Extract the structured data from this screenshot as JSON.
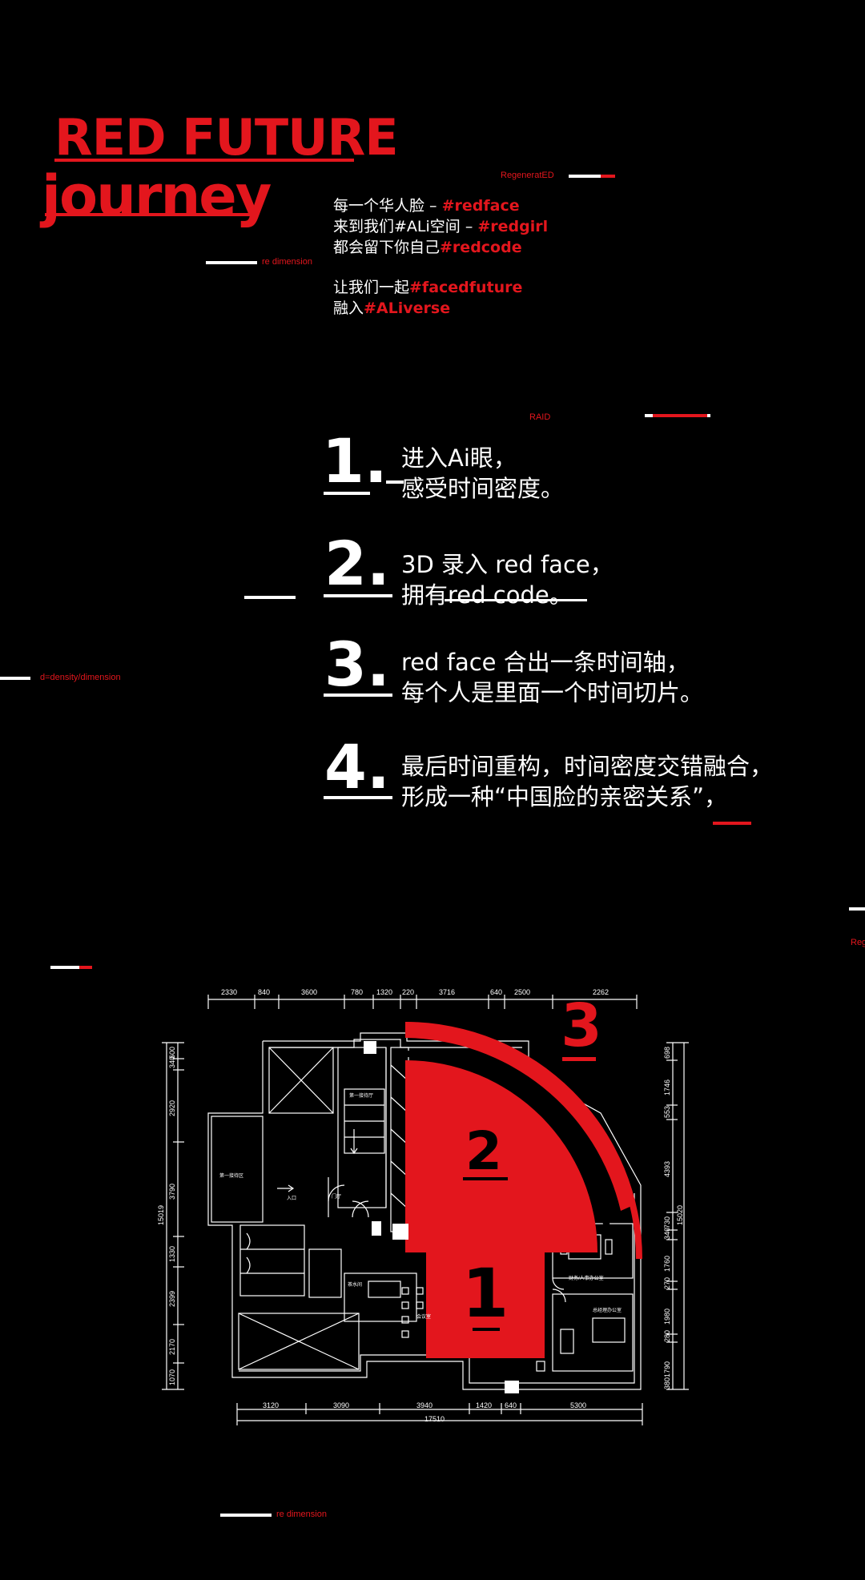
{
  "header": {
    "title": "RED FUTURE",
    "subtitle": "journey"
  },
  "tags": {
    "regenerated": "RegeneratED",
    "re_dimension_top": "re dimension",
    "raid": "RAID",
    "density": "d=density/dimension",
    "reg_cut": "Reg",
    "re_dimension_bottom": "re dimension"
  },
  "intro": {
    "line1_text": "每一个华人脸 – ",
    "line1_hash": "#redface",
    "line2_text": "来到我们#ALi空间 – ",
    "line2_hash": "#redgirl",
    "line3_text": "都会留下你自己",
    "line3_hash": "#redcode",
    "line4_text": "让我们一起",
    "line4_hash": "#facedfuture",
    "line5_text": "融入",
    "line5_hash": "#ALiverse"
  },
  "steps": [
    {
      "num": "1.",
      "line1": "进入Ai眼，",
      "line2": "感受时间密度。"
    },
    {
      "num": "2.",
      "line1": "3D 录入 red face，",
      "line2": "拥有red code。"
    },
    {
      "num": "3.",
      "line1": "red face 合出一条时间轴，",
      "line2": "每个人是里面一个时间切片。"
    },
    {
      "num": "4.",
      "line1": "最后时间重构，时间密度交错融合，",
      "line2": "形成一种“中国脸的亲密关系”，"
    }
  ],
  "plan": {
    "top_dims": [
      "2330",
      "840",
      "3600",
      "780",
      "1320",
      "220",
      "3716",
      "640",
      "2500",
      "2262"
    ],
    "bottom_dims": [
      "3120",
      "3090",
      "3940",
      "1420",
      "640",
      "5300"
    ],
    "bottom_total": "17510",
    "left_dims": [
      "600",
      "340",
      "2920",
      "3790",
      "1330",
      "2399",
      "2170",
      "1070"
    ],
    "left_total": "15019",
    "right_dims": [
      "698",
      "1746",
      "553",
      "4393",
      "730",
      "340",
      "1760",
      "270",
      "1980",
      "280",
      "1790",
      "380"
    ],
    "right_total": "15020",
    "zone_labels": [
      "1",
      "2",
      "3"
    ],
    "room_labels": [
      "第一接待区",
      "入口",
      "门厅",
      "财务/人事办公室",
      "总经理办公室",
      "会议室",
      "茶水间",
      "第一接待厅"
    ]
  },
  "colors": {
    "accent": "#e3161d",
    "background": "#000000",
    "text": "#ffffff"
  }
}
